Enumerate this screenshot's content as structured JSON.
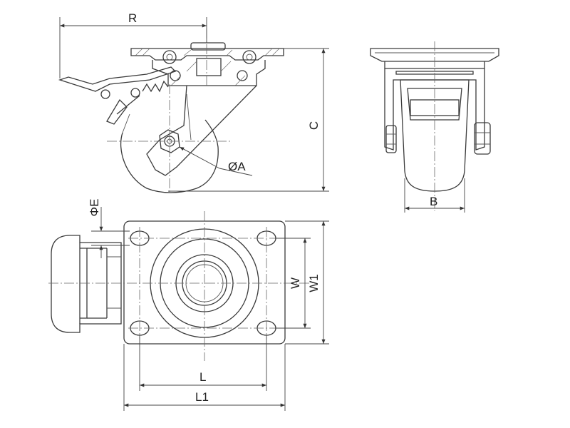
{
  "labels": {
    "r": "R",
    "c": "C",
    "a": "ØA",
    "b": "B",
    "e": "ΦE",
    "w": "W",
    "w1": "W1",
    "l": "L",
    "l1": "L1"
  },
  "colors": {
    "line": "#3a3a3a",
    "background": "#ffffff"
  }
}
